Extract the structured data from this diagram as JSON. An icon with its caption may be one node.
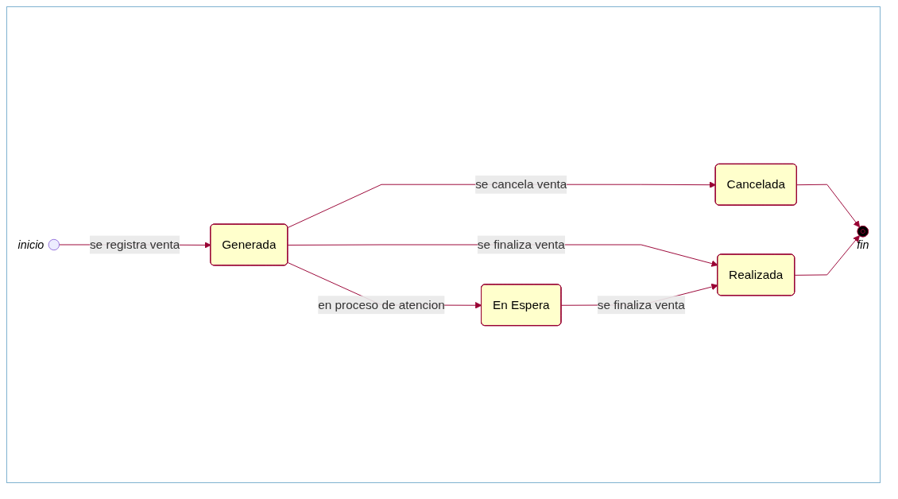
{
  "diagram": {
    "nodes": [
      {
        "text": [],
        "shape": "circle",
        "beside": [
          "inicio"
        ]
      },
      {
        "text": [
          "Generada"
        ]
      },
      {
        "text": [
          "En Espera"
        ]
      },
      {
        "text": [
          "Cancelada"
        ]
      },
      {
        "text": [
          "Realizada"
        ]
      },
      {
        "text": [],
        "shape": "circle",
        "beside": [
          "fin"
        ]
      }
    ],
    "edges": [
      {
        "from": 0,
        "to": 1,
        "arrow": "to",
        "label": "se registra venta"
      },
      {
        "from": 1,
        "to": 2,
        "arrow": "to",
        "label": "en proceso de atencion"
      },
      {
        "from": 1,
        "to": 3,
        "arrow": "to",
        "label": "se cancela venta"
      },
      {
        "from": 1,
        "to": 4,
        "arrow": "to",
        "label": "se finaliza venta"
      },
      {
        "from": 2,
        "to": 4,
        "arrow": "to",
        "label": "se finaliza venta"
      },
      {
        "from": 3,
        "to": 5,
        "arrow": "to"
      },
      {
        "from": 4,
        "to": 5,
        "arrow": "to"
      }
    ]
  }
}
